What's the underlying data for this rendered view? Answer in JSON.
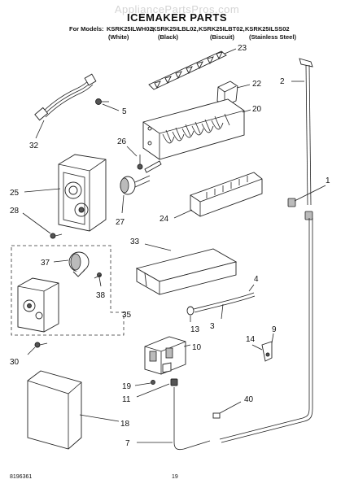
{
  "header": {
    "watermark": "AppliancePartsPros.com",
    "title": "ICEMAKER PARTS",
    "models_prefix": "For Models:",
    "models": [
      "KSRK25ILWH02,",
      "KSRK25ILBL02,",
      "KSRK25ILBT02,",
      "KSRK25ILSS02"
    ],
    "colors": [
      "(White)",
      "(Black)",
      "(Biscuit)",
      "(Stainless Steel)"
    ]
  },
  "callouts": [
    "23",
    "2",
    "22",
    "5",
    "20",
    "32",
    "26",
    "1",
    "25",
    "27",
    "28",
    "24",
    "33",
    "4",
    "37",
    "38",
    "35",
    "13",
    "3",
    "9",
    "14",
    "10",
    "30",
    "19",
    "11",
    "40",
    "18",
    "7"
  ],
  "footer": {
    "doc_number": "8196361",
    "page_number": "19"
  }
}
